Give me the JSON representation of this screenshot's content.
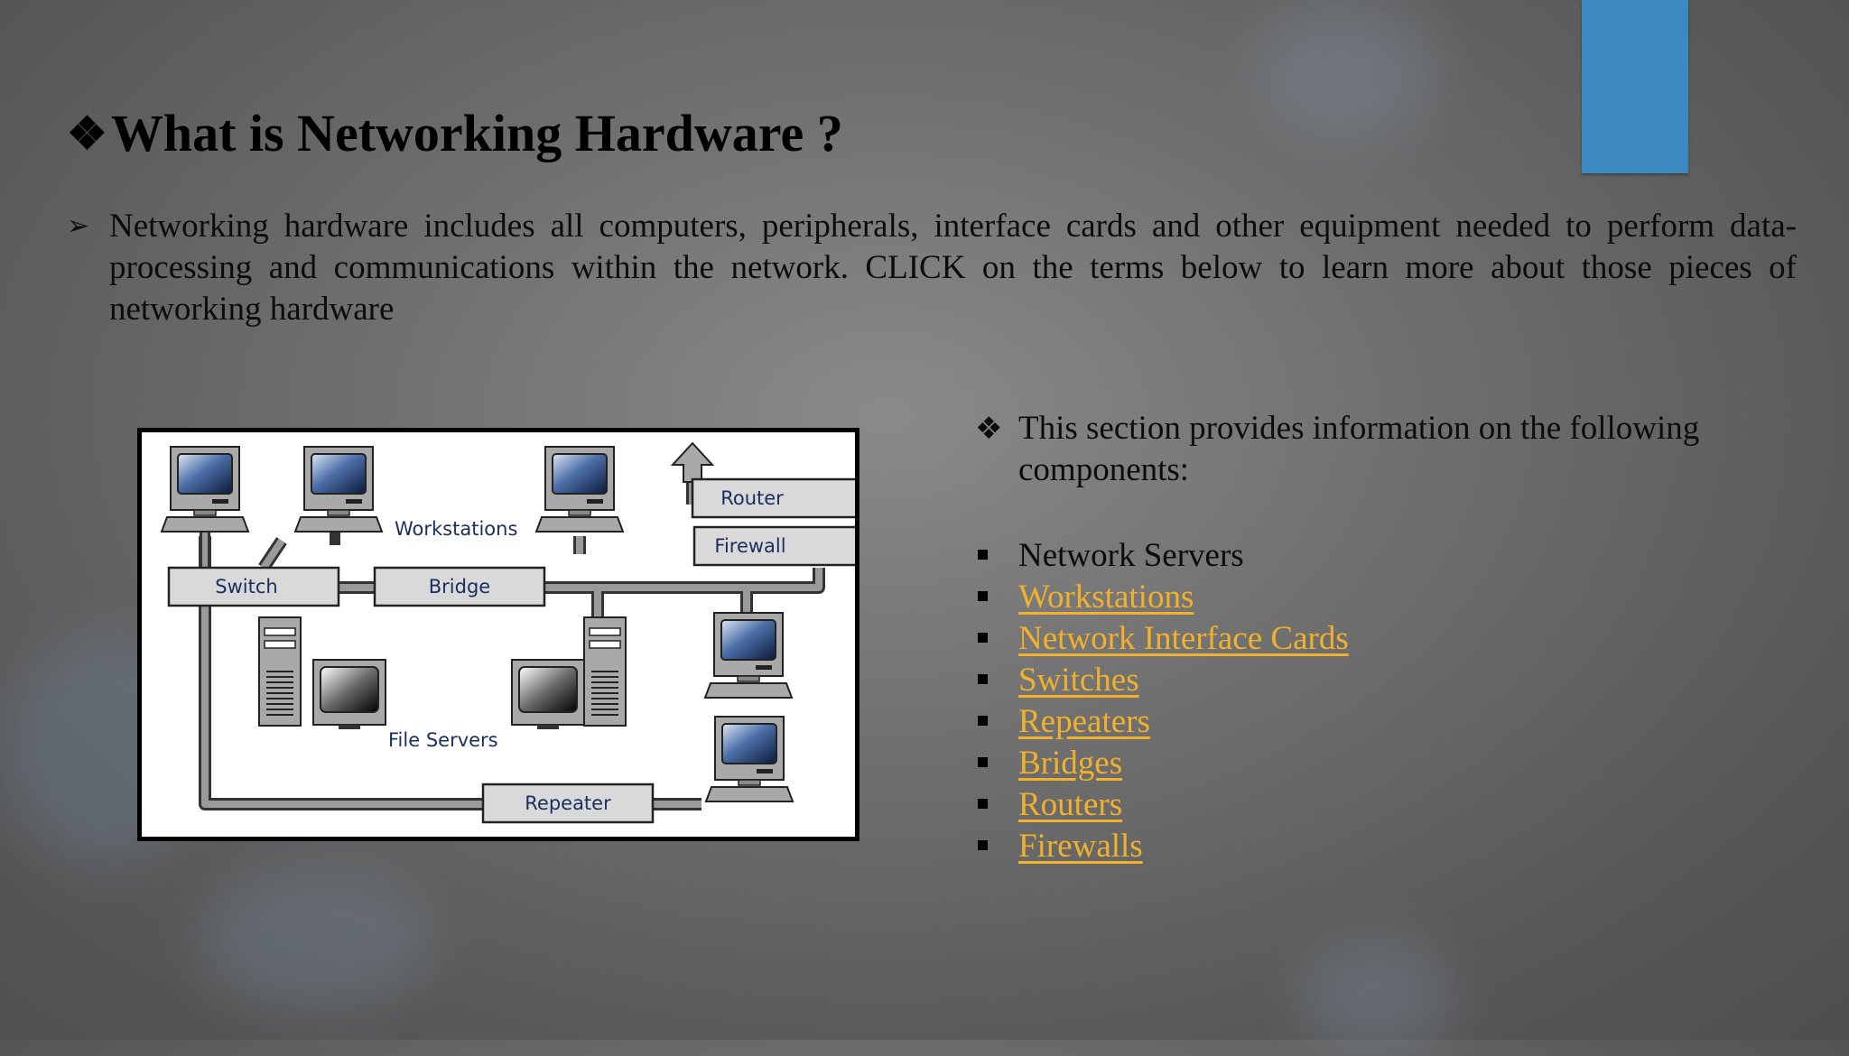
{
  "slide": {
    "title": "What is Networking Hardware ?",
    "title_icon": "diamond-bullet-icon",
    "accent_color": "#3b89c0",
    "link_color": "#f2b12c"
  },
  "intro": {
    "icon": "arrow-bullet-icon",
    "text": "Networking hardware includes all computers, peripherals, interface cards and other equipment needed to perform data-processing and communications within the network. CLICK on the terms below to learn more about those pieces of networking hardware"
  },
  "diagram": {
    "labels": {
      "workstations": "Workstations",
      "router": "Router",
      "firewall": "Firewall",
      "switch": "Switch",
      "bridge": "Bridge",
      "file_servers": "File Servers",
      "repeater": "Repeater"
    }
  },
  "section": {
    "icon": "diamond-bullet-icon",
    "text": "This section provides information on the following components:"
  },
  "components": [
    {
      "label": "Network Servers",
      "link": false
    },
    {
      "label": "Workstations",
      "link": true
    },
    {
      "label": "Network Interface Cards",
      "link": true
    },
    {
      "label": "Switches",
      "link": true
    },
    {
      "label": "Repeaters",
      "link": true
    },
    {
      "label": "Bridges",
      "link": true
    },
    {
      "label": "Routers",
      "link": true
    },
    {
      "label": "Firewalls",
      "link": true
    }
  ]
}
